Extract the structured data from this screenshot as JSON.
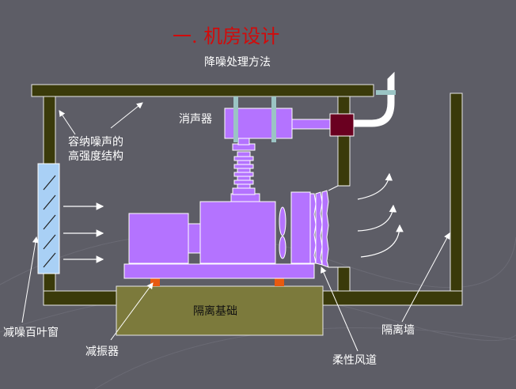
{
  "slide": {
    "title": "一. 机房设计",
    "subtitle": "降噪处理方法"
  },
  "labels": {
    "muffler": "消声器",
    "structure_line1": "容纳噪声的",
    "structure_line2": "高强度结构",
    "foundation": "隔离基础",
    "louver": "减噪百叶窗",
    "damper": "减振器",
    "wall": "隔离墙",
    "duct": "柔性风道"
  },
  "colors": {
    "background": "#5d5d66",
    "title": "#d10b0b",
    "structure": "#3a3a0a",
    "equipment": "#b473ff",
    "foundation": "#7c7a3c",
    "damper": "#e85a10",
    "louver": "#a9d0f5",
    "exhaust_box": "#6a0020"
  }
}
